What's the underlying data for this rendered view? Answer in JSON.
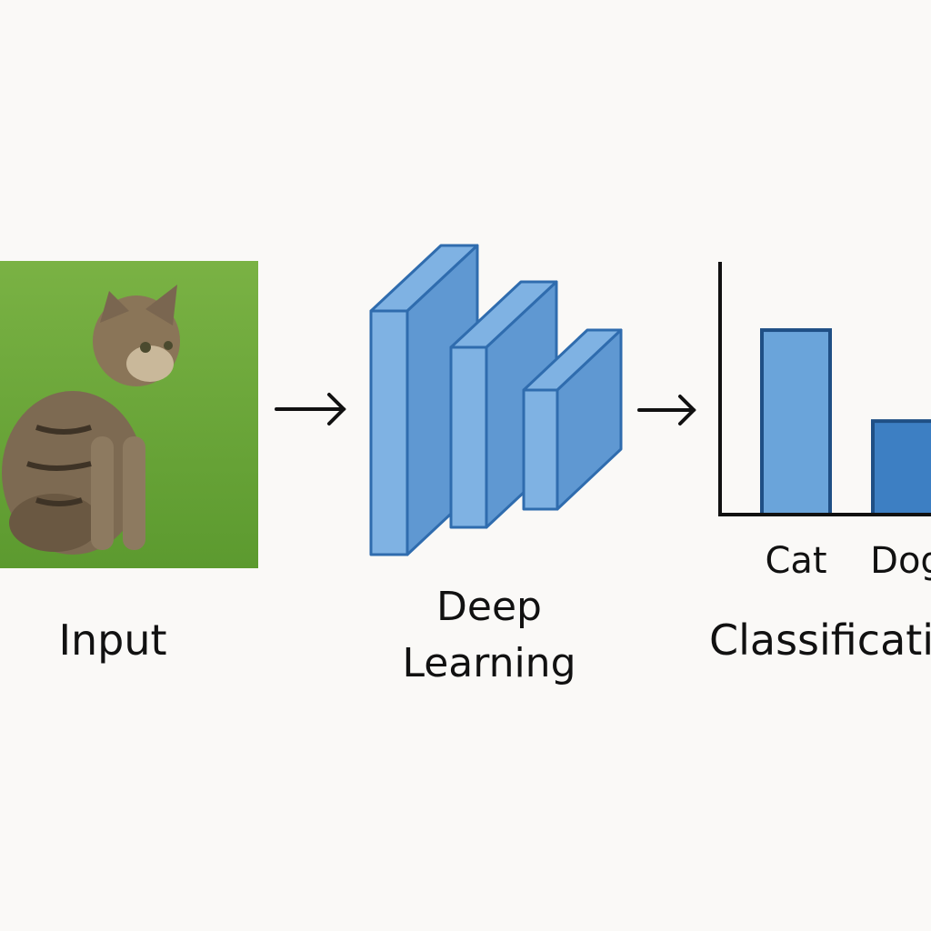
{
  "labels": {
    "input": "Input",
    "deep_learning_line1": "Deep",
    "deep_learning_line2": "Learning",
    "classification": "Classification"
  },
  "colors": {
    "background": "#faf9f7",
    "layer_front": "#7fb2e3",
    "layer_side": "#5f98d2",
    "layer_stroke": "#2f6cae",
    "bar_cat": "#6aa4da",
    "bar_dog": "#3d7fc3",
    "grass": "#6fa83a"
  },
  "chart_data": {
    "type": "bar",
    "categories": [
      "Cat",
      "Dog"
    ],
    "values": [
      0.73,
      0.37
    ],
    "title": "Classification",
    "xlabel": "",
    "ylabel": "",
    "ylim": [
      0,
      1
    ]
  }
}
